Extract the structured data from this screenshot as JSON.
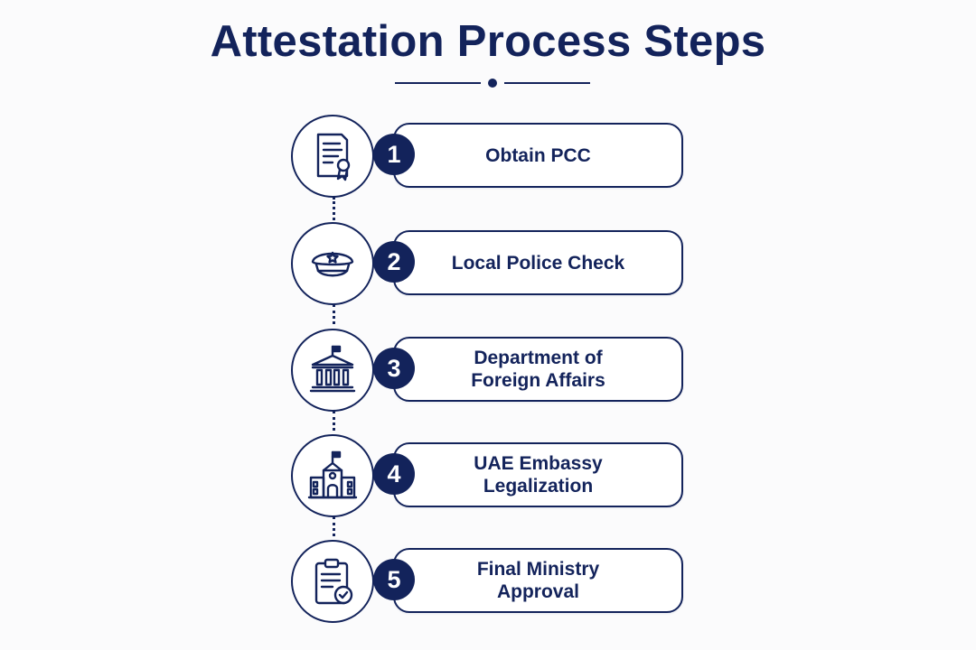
{
  "title": "Attestation Process Steps",
  "colors": {
    "primary": "#13235b",
    "background": "#fbfbfc"
  },
  "steps": [
    {
      "number": "1",
      "label": "Obtain PCC",
      "icon": "certificate-icon"
    },
    {
      "number": "2",
      "label": "Local Police Check",
      "icon": "police-cap-icon"
    },
    {
      "number": "3",
      "label": "Department of\nForeign Affairs",
      "icon": "government-building-icon"
    },
    {
      "number": "4",
      "label": "UAE Embassy\nLegalization",
      "icon": "embassy-building-icon"
    },
    {
      "number": "5",
      "label": "Final Ministry\nApproval",
      "icon": "clipboard-check-icon"
    }
  ]
}
